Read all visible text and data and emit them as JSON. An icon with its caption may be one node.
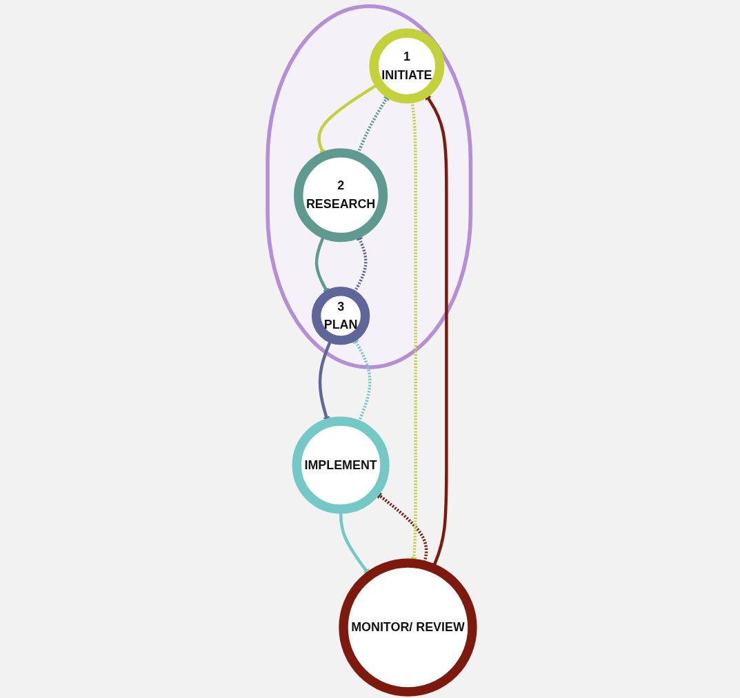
{
  "diagram": {
    "nodes": [
      {
        "text": [],
        "shape": "ellipse"
      },
      {
        "text": [
          "1",
          "INITIATE"
        ],
        "in": 0
      },
      {
        "text": [
          "2",
          "RESEARCH"
        ],
        "in": 0
      },
      {
        "text": [
          "3",
          "PLAN"
        ],
        "in": 0
      },
      {
        "text": [
          "IMPLEMENT"
        ]
      },
      {
        "text": [
          "MONITOR/ REVIEW"
        ]
      }
    ],
    "edges": [
      {
        "from": 1,
        "to": 2,
        "arrow": "to",
        "color": "#c3d13b"
      },
      {
        "from": 2,
        "to": 1,
        "arrow": "to",
        "style": "dashed",
        "color": "#5f9a90"
      },
      {
        "from": 2,
        "to": 3,
        "arrow": "to",
        "color": "#5f9a90"
      },
      {
        "from": 3,
        "to": 2,
        "arrow": "to",
        "style": "dashed",
        "color": "#5f6699"
      },
      {
        "from": 3,
        "to": 4,
        "arrow": "to",
        "color": "#5f6699"
      },
      {
        "from": 4,
        "to": 3,
        "arrow": "to",
        "style": "dashed",
        "color": "#74c9c6"
      },
      {
        "from": 4,
        "to": 5,
        "arrow": "to",
        "color": "#74c9c6"
      },
      {
        "from": 5,
        "to": 4,
        "arrow": "to",
        "style": "dashed",
        "color": "#7e1a0d"
      },
      {
        "from": 5,
        "to": 1,
        "arrow": "to",
        "color": "#7e1a0d"
      },
      {
        "from": 1,
        "to": 5,
        "arrow": "to",
        "style": "dashed",
        "color": "#c3d13b"
      }
    ]
  }
}
